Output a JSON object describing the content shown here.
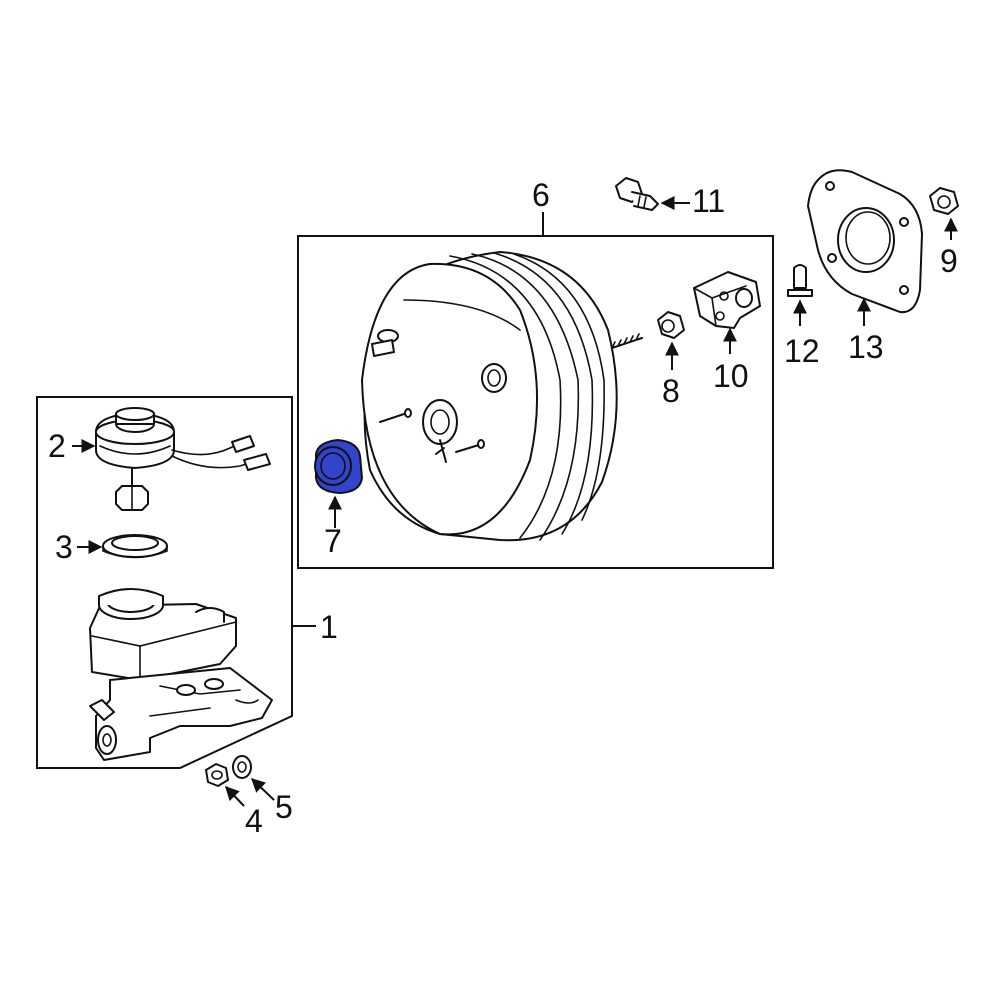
{
  "diagram": {
    "highlight_color": "#3344cc",
    "callouts": {
      "c1": "1",
      "c2": "2",
      "c3": "3",
      "c4": "4",
      "c5": "5",
      "c6": "6",
      "c7": "7",
      "c8": "8",
      "c9": "9",
      "c10": "10",
      "c11": "11",
      "c12": "12",
      "c13": "13"
    }
  }
}
